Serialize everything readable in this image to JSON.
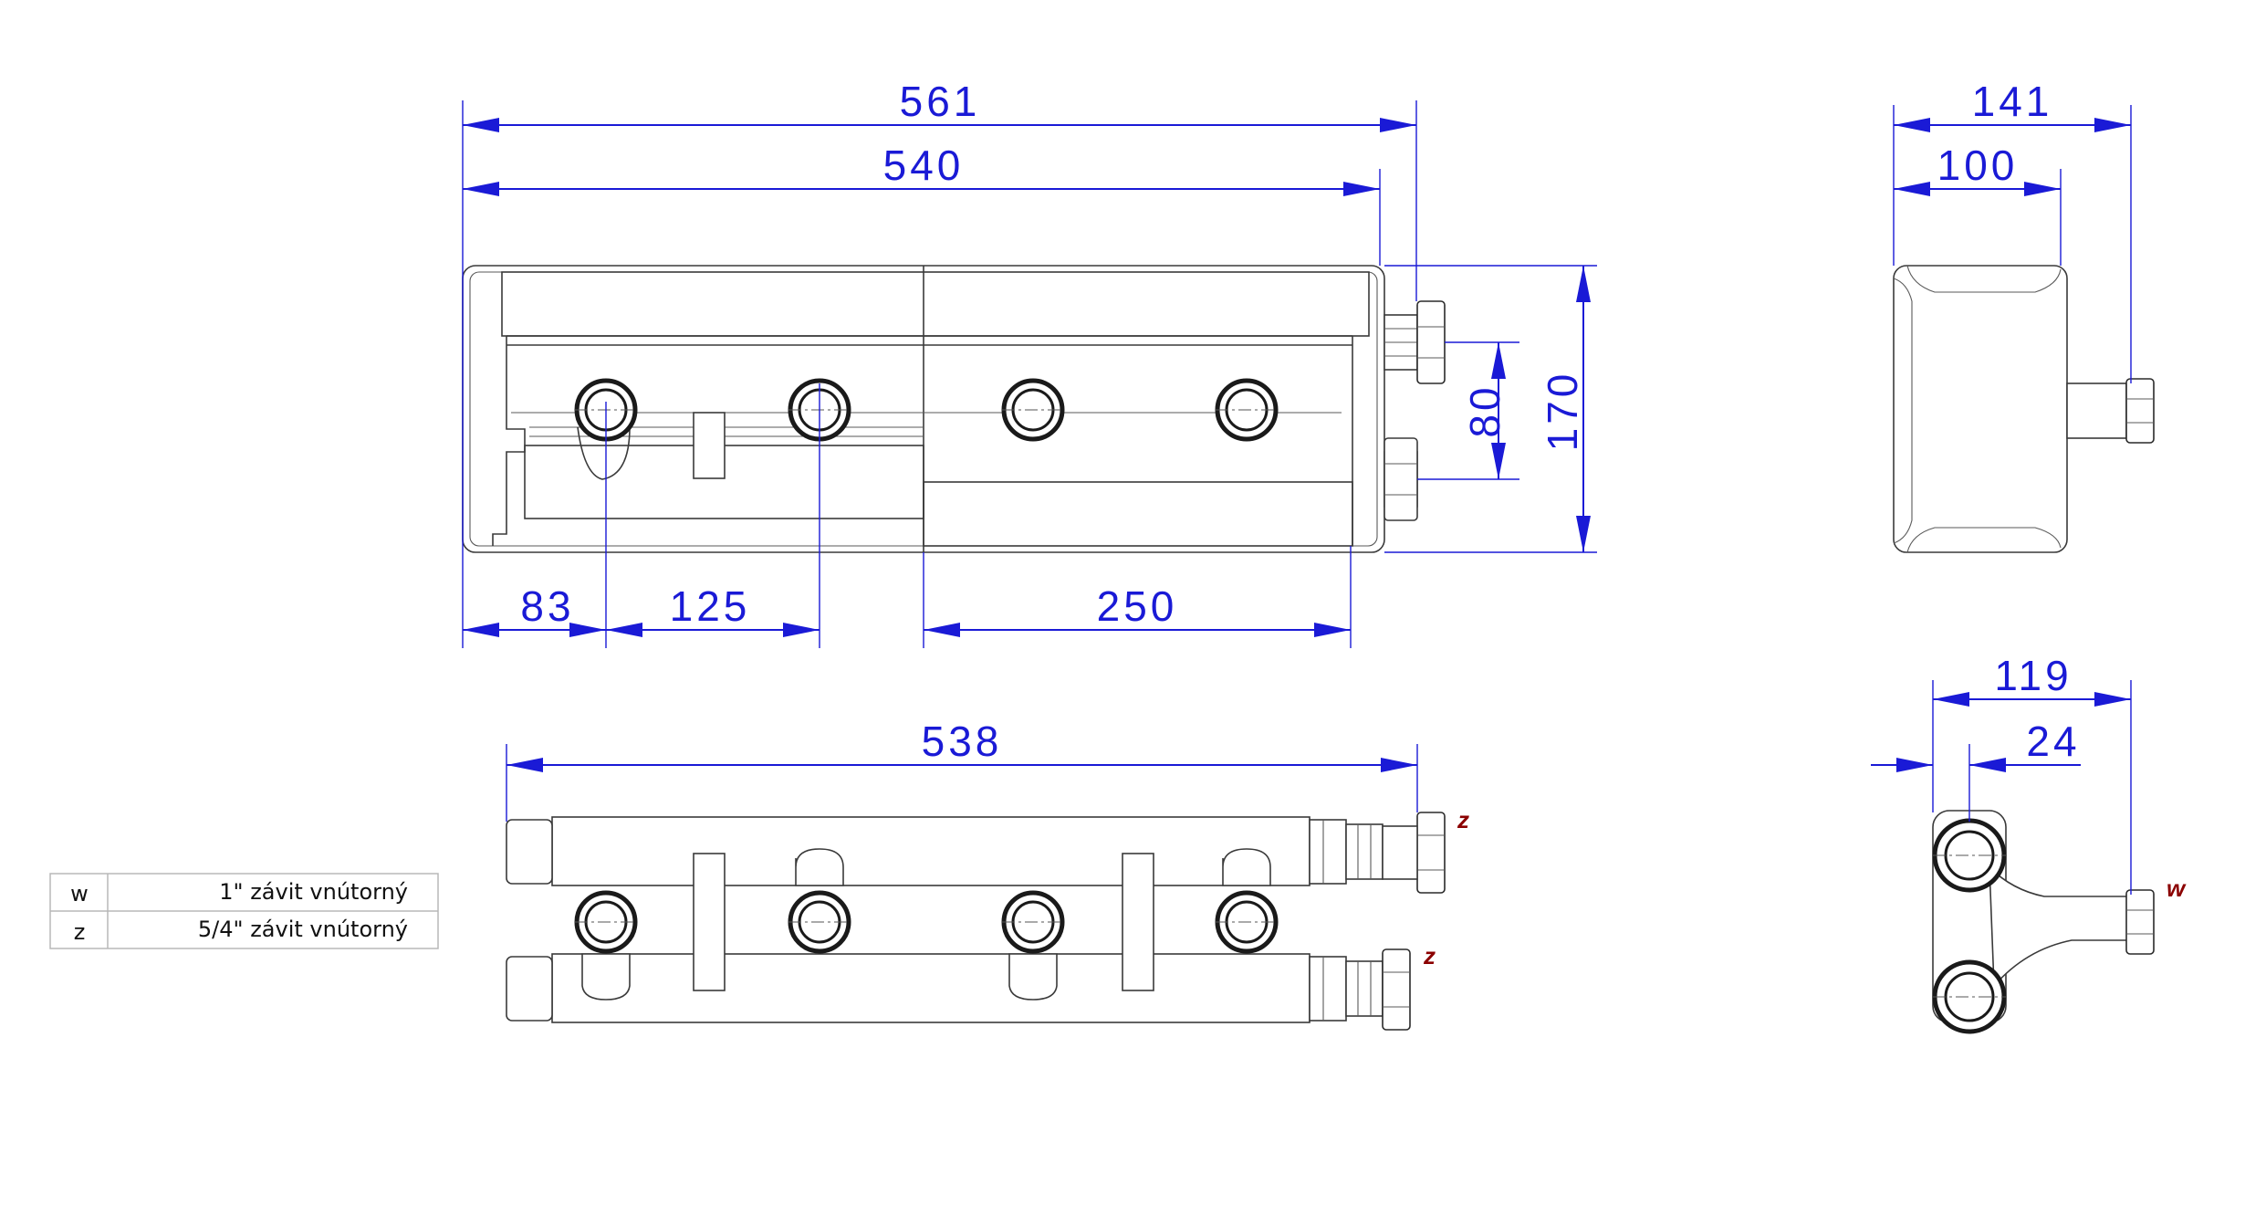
{
  "dimensions": {
    "front_overall": "561",
    "front_inner": "540",
    "front_offset_left": "83",
    "front_spacing": "125",
    "front_half": "250",
    "front_height": "170",
    "front_port_spacing": "80",
    "side_overall": "141",
    "side_body": "100",
    "top_length": "538",
    "end_overall": "119",
    "end_offset": "24"
  },
  "connections": {
    "z_upper": "z",
    "z_lower": "z",
    "w_side": "w"
  },
  "legend": {
    "rows": [
      {
        "code": "w",
        "description": "1\" závit vnútorný"
      },
      {
        "code": "z",
        "description": "5/4\" závit vnútorný"
      }
    ]
  },
  "colors": {
    "dimension": "#1a1ad6",
    "connection_label": "#8b0000",
    "outline": "#3a3a3a"
  }
}
